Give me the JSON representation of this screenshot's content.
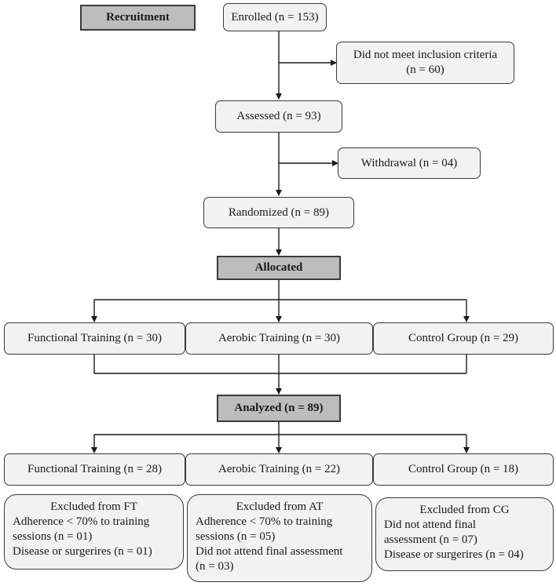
{
  "recruitment": "Recruitment",
  "enrolled": "Enrolled (n = 153)",
  "excluded_criteria": {
    "line1": "Did not meet inclusion criteria",
    "line2": "(n = 60)"
  },
  "assessed": "Assessed (n = 93)",
  "withdrawal": "Withdrawal (n = 04)",
  "randomized": "Randomized (n = 89)",
  "allocated": "Allocated",
  "allocation": {
    "ft": "Functional Training (n = 30)",
    "at": "Aerobic Training (n = 30)",
    "cg": "Control Group (n = 29)"
  },
  "analyzed": "Analyzed (n = 89)",
  "analysis": {
    "ft": "Functional Training (n = 28)",
    "at": "Aerobic Training (n = 22)",
    "cg": "Control Group (n = 18)"
  },
  "excluded_ft": {
    "title": "Excluded from FT",
    "lines": [
      "Adherence < 70% to training",
      "sessions (n = 01)",
      "Disease or surgerires (n = 01)"
    ]
  },
  "excluded_at": {
    "title": "Excluded from AT",
    "lines": [
      "Adherence < 70% to training",
      "sessions (n = 05)",
      "Did not attend final assessment",
      "(n = 03)"
    ]
  },
  "excluded_cg": {
    "title": "Excluded from CG",
    "lines": [
      "Did not attend final",
      "assessment (n = 07)",
      "Disease or surgerires (n = 04)"
    ]
  }
}
